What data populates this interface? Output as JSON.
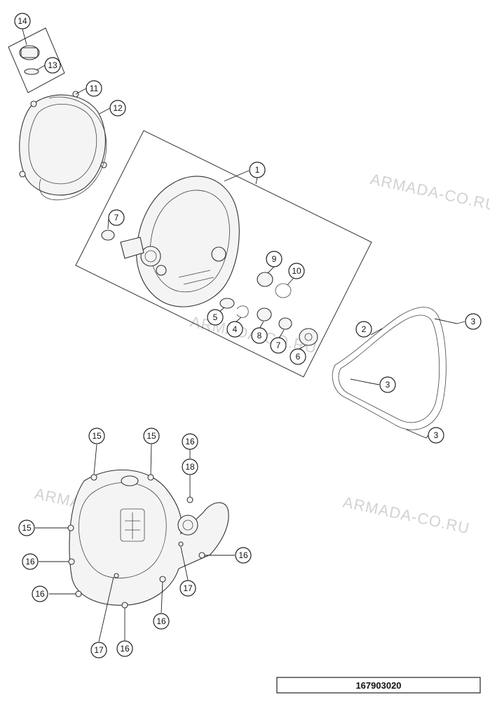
{
  "watermark": "ARMADA-CO.RU",
  "diagram_code": "167903020",
  "callouts": {
    "c1": "1",
    "c2": "2",
    "c3a": "3",
    "c3b": "3",
    "c3c": "3",
    "c4": "4",
    "c5": "5",
    "c6": "6",
    "c7a": "7",
    "c7b": "7",
    "c8": "8",
    "c9": "9",
    "c10": "10",
    "c11": "11",
    "c12": "12",
    "c13": "13",
    "c14": "14",
    "c15a": "15",
    "c15b": "15",
    "c15c": "15",
    "c16a": "16",
    "c16b": "16",
    "c16c": "16",
    "c16d": "16",
    "c16e": "16",
    "c16f": "16",
    "c17a": "17",
    "c17b": "17",
    "c18": "18"
  },
  "colors": {
    "line": "#333333",
    "watermark": "#d2d2d2",
    "fill": "#f4f4f4"
  }
}
